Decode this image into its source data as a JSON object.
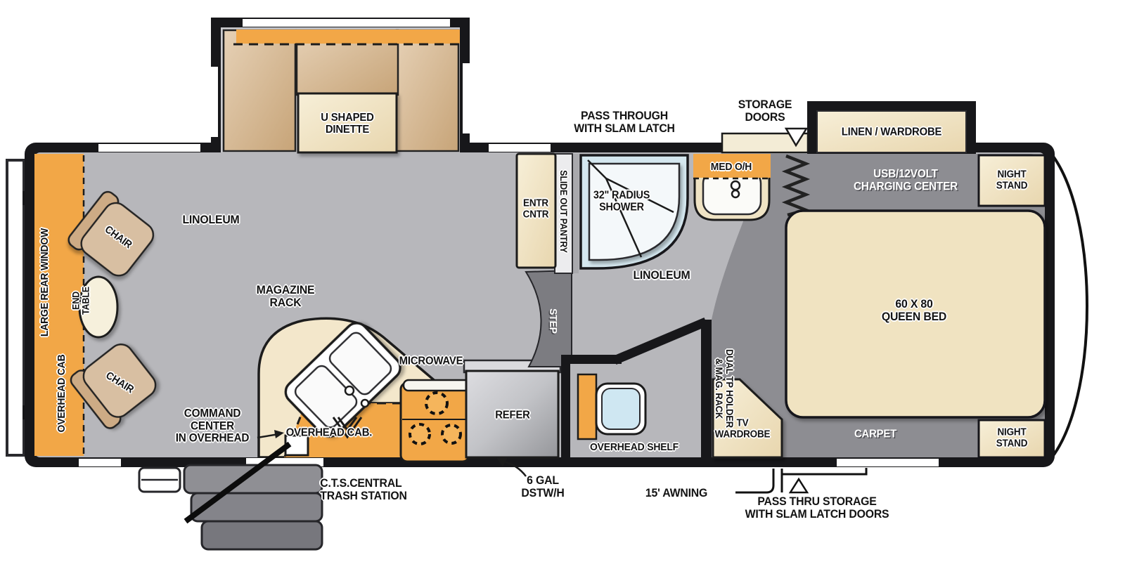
{
  "title": "Fifth-wheel RV floor plan",
  "colors": {
    "cabinet_orange": "#F2A747",
    "furniture_tan": "#D5BA98",
    "furniture_cream": "#F1E4C4",
    "floor_linoleum_gray": "#B7B7BB",
    "floor_carpet_gray": "#8D8D92",
    "wall_black": "#17171A",
    "shower_blue": "#D4E7EF",
    "step_gray": "#7C7C81"
  },
  "labels": {
    "large_rear_window": "LARGE REAR WINDOW",
    "overhead_cab_rear": "OVERHEAD CAB",
    "chair_top": "CHAIR",
    "chair_bottom": "CHAIR",
    "end_table": "END\nTABLE",
    "linoleum_main": "LINOLEUM",
    "dinette": "U SHAPED\nDINETTE",
    "magazine_rack": "MAGAZINE\nRACK",
    "command_center": "COMMAND\nCENTER\nIN OVERHEAD",
    "overhead_cab_kitchen": "OVERHEAD CAB.",
    "microwave": "MICROWAVE",
    "refer": "REFER",
    "step": "STEP",
    "entr_cntr": "ENTR\nCNTR",
    "slide_out_pantry": "SLIDE OUT PANTRY",
    "pass_through": "PASS THROUGH\nWITH SLAM LATCH",
    "shower": "32\" RADIUS\nSHOWER",
    "med_oh": "MED O/H",
    "linoleum_bath": "LINOLEUM",
    "storage_doors": "STORAGE\nDOORS",
    "linen_wardrobe": "LINEN / WARDROBE",
    "usb_charging": "USB/12VOLT\nCHARGING CENTER",
    "night_stand_top": "NIGHT\nSTAND",
    "night_stand_bottom": "NIGHT\nSTAND",
    "queen_bed": "60 X 80\nQUEEN BED",
    "carpet": "CARPET",
    "tv_wardrobe": "TV\nWARDROBE",
    "dual_tp": "DUAL TP HOLDER\n& MAG. RACK",
    "overhead_shelf": "OVERHEAD SHELF",
    "cts": "C.T.S.CENTRAL\nTRASH STATION",
    "six_gal": "6 GAL\nDSTW/H",
    "awning": "15' AWNING",
    "pass_thru_storage": "PASS THRU STORAGE\nWITH SLAM LATCH DOORS"
  }
}
